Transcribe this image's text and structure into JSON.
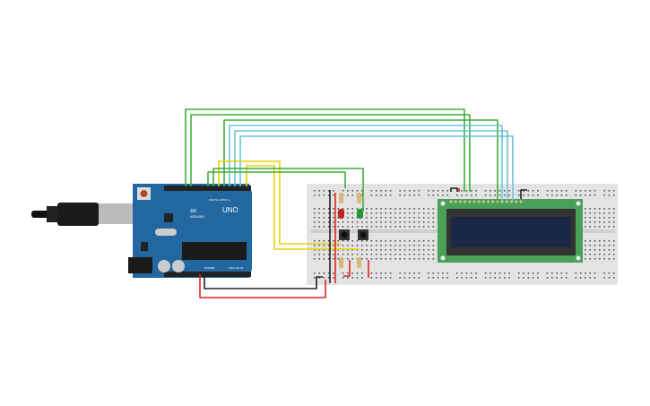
{
  "arduino": {
    "model": "UNO",
    "brand": "ARDUINO",
    "digital_label": "DIGITAL (PWM ~)",
    "power_label": "POWER",
    "analog_label": "ANALOG IN",
    "color": "#2367a0"
  },
  "breadboard": {
    "color": "#e3e3e3"
  },
  "lcd": {
    "board_color": "#4aa05a",
    "screen_color": "#1b2845"
  },
  "leds": [
    {
      "color": "#c0261f"
    },
    {
      "color": "#1f9a34"
    }
  ],
  "wire_colors": {
    "green": "#3fae3a",
    "cyan": "#6cc3d5",
    "yellow": "#ecd000",
    "red": "#e0241d",
    "black": "#222222"
  }
}
